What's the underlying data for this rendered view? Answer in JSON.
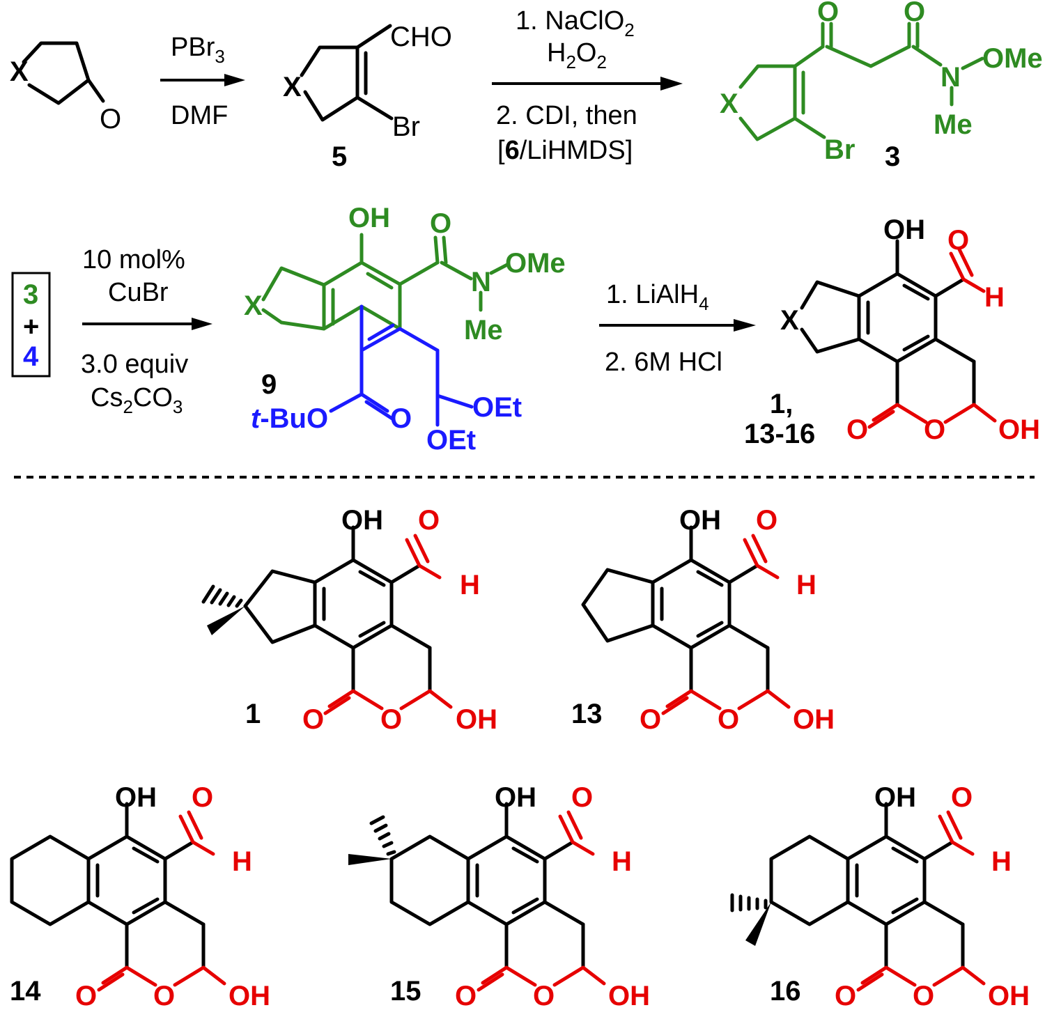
{
  "colors": {
    "black": "#000000",
    "green": "#2e8b22",
    "blue": "#1a1aff",
    "red": "#e60000"
  },
  "atoms": {
    "X": "X",
    "O": "O",
    "CHO": "CHO",
    "Br": "Br",
    "OMe": "OMe",
    "N": "N",
    "Me": "Me",
    "OH": "OH",
    "H": "H",
    "tBu_t": "t",
    "tBu_rest": "-BuO",
    "OEt": "OEt"
  },
  "reagents": {
    "r1_top_main": "PBr",
    "r1_top_sub": "3",
    "r1_bottom": "DMF",
    "r2_line1_main": "1. NaClO",
    "r2_line1_sub": "2",
    "r2_line2_a": "H",
    "r2_line2_sub1": "2",
    "r2_line2_b": "O",
    "r2_line2_sub2": "2",
    "r2_line3": "2. CDI, then",
    "r2_line4_open": "[",
    "r2_line4_bold": "6",
    "r2_line4_rest": "/LiHMDS]",
    "r3_line1": "10 mol%",
    "r3_line2": "CuBr",
    "r3_line3": "3.0 equiv",
    "r3_line4_a": "Cs",
    "r3_line4_sub1": "2",
    "r3_line4_b": "CO",
    "r3_line4_sub2": "3",
    "r4_line1_main": "1. LiAlH",
    "r4_line1_sub": "4",
    "r4_line2": "2. 6M HCl"
  },
  "box": {
    "top": "3",
    "plus": "+",
    "bottom": "4"
  },
  "compounds": {
    "c5": "5",
    "c3": "3",
    "c9": "9",
    "c1_series_a": "1,",
    "c1_series_b": "13-16",
    "c1": "1",
    "c13": "13",
    "c14": "14",
    "c15": "15",
    "c16": "16"
  }
}
